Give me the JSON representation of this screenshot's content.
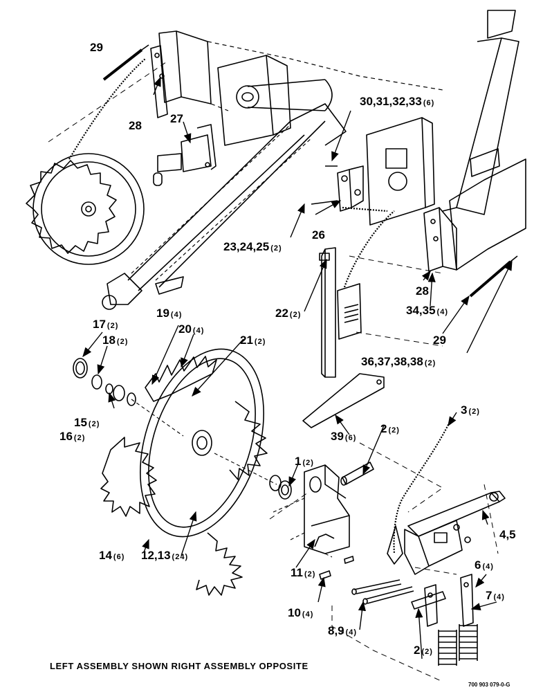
{
  "caption": "LEFT ASSEMBLY SHOWN RIGHT ASSEMBLY OPPOSITE",
  "doc_number": "700 903 079-0-G",
  "callouts": [
    {
      "id": "c29a",
      "num": "29",
      "qty": ""
    },
    {
      "id": "c28a",
      "num": "28",
      "qty": ""
    },
    {
      "id": "c27",
      "num": "27",
      "qty": ""
    },
    {
      "id": "c30",
      "num": "30,31,32,33",
      "qty": "(6)"
    },
    {
      "id": "c26",
      "num": "26",
      "qty": ""
    },
    {
      "id": "c23",
      "num": "23,24,25",
      "qty": "(2)"
    },
    {
      "id": "c22",
      "num": "22",
      "qty": "(2)"
    },
    {
      "id": "c28b",
      "num": "28",
      "qty": ""
    },
    {
      "id": "c34",
      "num": "34,35",
      "qty": "(4)"
    },
    {
      "id": "c29b",
      "num": "29",
      "qty": ""
    },
    {
      "id": "c36",
      "num": "36,37,38,38",
      "qty": "(2)"
    },
    {
      "id": "c19",
      "num": "19",
      "qty": "(4)"
    },
    {
      "id": "c20",
      "num": "20",
      "qty": "(4)"
    },
    {
      "id": "c21",
      "num": "21",
      "qty": "(2)"
    },
    {
      "id": "c17",
      "num": "17",
      "qty": "(2)"
    },
    {
      "id": "c18",
      "num": "18",
      "qty": "(2)"
    },
    {
      "id": "c15",
      "num": "15",
      "qty": "(2)"
    },
    {
      "id": "c16",
      "num": "16",
      "qty": "(2)"
    },
    {
      "id": "c39",
      "num": "39",
      "qty": "(6)"
    },
    {
      "id": "c2a",
      "num": "2",
      "qty": "(2)"
    },
    {
      "id": "c3",
      "num": "3",
      "qty": "(2)"
    },
    {
      "id": "c1",
      "num": "1",
      "qty": "(2)"
    },
    {
      "id": "c45",
      "num": "4,5",
      "qty": ""
    },
    {
      "id": "c14",
      "num": "14",
      "qty": "(6)"
    },
    {
      "id": "c12",
      "num": "12,13",
      "qty": "(24)"
    },
    {
      "id": "c11",
      "num": "11",
      "qty": "(2)"
    },
    {
      "id": "c6",
      "num": "6",
      "qty": "(4)"
    },
    {
      "id": "c7",
      "num": "7",
      "qty": "(4)"
    },
    {
      "id": "c10",
      "num": "10",
      "qty": "(4)"
    },
    {
      "id": "c89",
      "num": "8,9",
      "qty": "(4)"
    },
    {
      "id": "c2b",
      "num": "2",
      "qty": "(2)"
    }
  ]
}
